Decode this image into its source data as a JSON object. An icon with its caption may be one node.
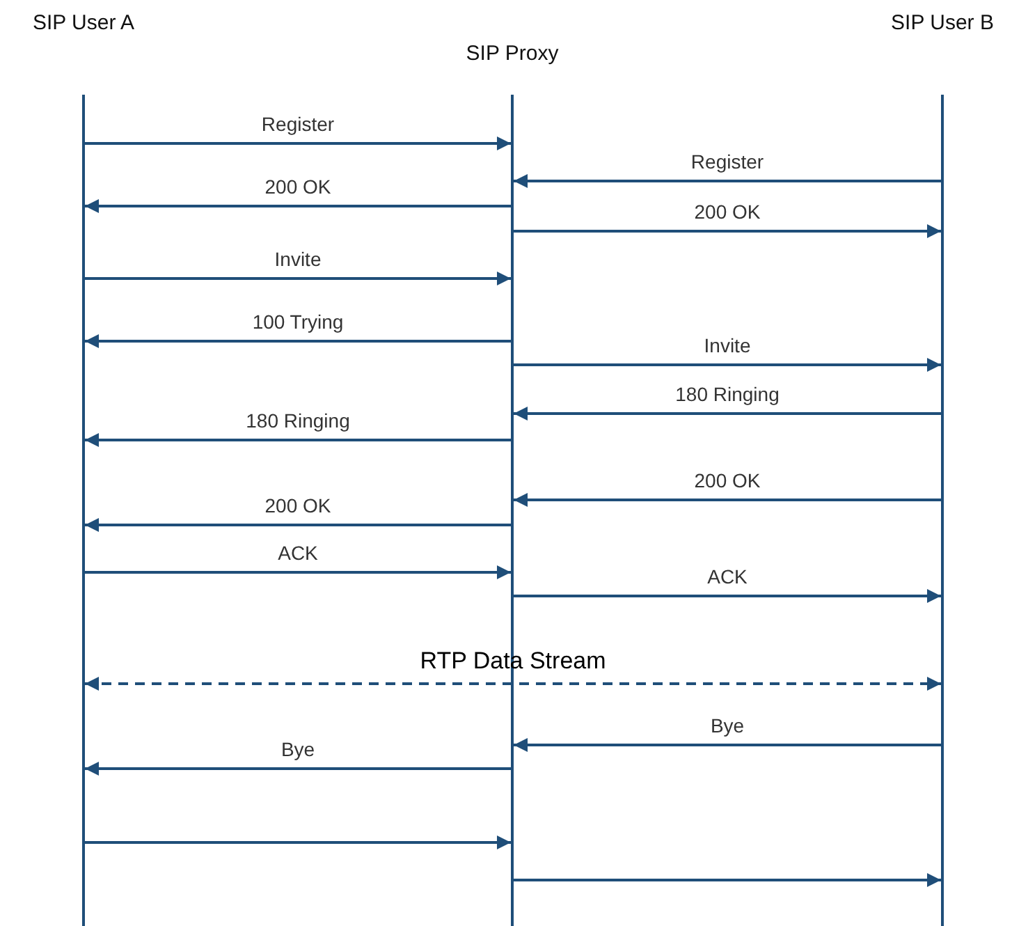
{
  "diagram": {
    "nodes": [
      {
        "text": [
          "SIP User A"
        ]
      },
      {
        "text": [
          "SIP Proxy"
        ]
      },
      {
        "text": [
          "SIP User B"
        ]
      }
    ],
    "edges": [
      {
        "from": 0,
        "to": 1,
        "arrow": "to",
        "label": "Register"
      },
      {
        "from": 2,
        "to": 1,
        "arrow": "to",
        "label": "Register"
      },
      {
        "from": 1,
        "to": 0,
        "arrow": "to",
        "label": "200 OK"
      },
      {
        "from": 1,
        "to": 2,
        "arrow": "to",
        "label": "200 OK"
      },
      {
        "from": 0,
        "to": 1,
        "arrow": "to",
        "label": "Invite"
      },
      {
        "from": 1,
        "to": 0,
        "arrow": "to",
        "label": "100 Trying"
      },
      {
        "from": 1,
        "to": 2,
        "arrow": "to",
        "label": "Invite"
      },
      {
        "from": 2,
        "to": 1,
        "arrow": "to",
        "label": "180 Ringing"
      },
      {
        "from": 1,
        "to": 0,
        "arrow": "to",
        "label": "180 Ringing"
      },
      {
        "from": 2,
        "to": 1,
        "arrow": "to",
        "label": "200 OK"
      },
      {
        "from": 1,
        "to": 0,
        "arrow": "to",
        "label": "200 OK"
      },
      {
        "from": 0,
        "to": 1,
        "arrow": "to",
        "label": "ACK"
      },
      {
        "from": 1,
        "to": 2,
        "arrow": "to",
        "label": "ACK"
      },
      {
        "from": 0,
        "to": 2,
        "arrow": "both",
        "label": "RTP Data Stream",
        "style": "dashed"
      },
      {
        "from": 2,
        "to": 1,
        "arrow": "to",
        "label": "Bye"
      },
      {
        "from": 1,
        "to": 0,
        "arrow": "to",
        "label": "Bye"
      },
      {
        "from": 0,
        "to": 1,
        "arrow": "to"
      },
      {
        "from": 1,
        "to": 2,
        "arrow": "to"
      }
    ]
  }
}
